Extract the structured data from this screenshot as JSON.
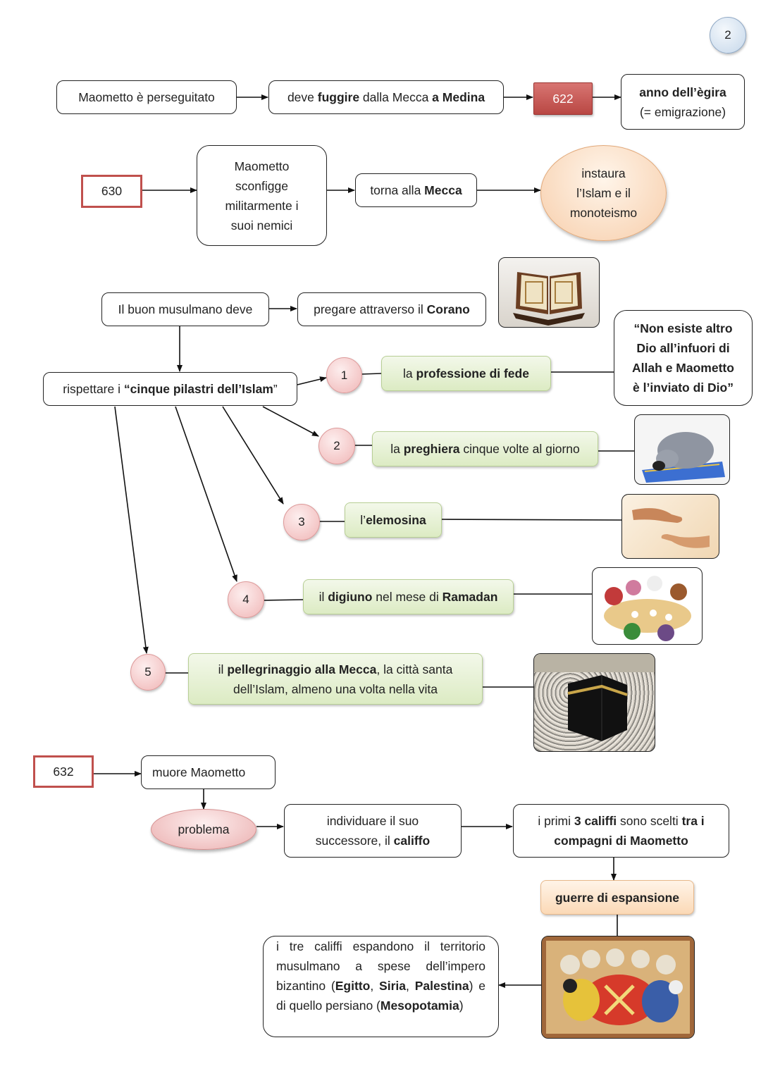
{
  "page_number": "2",
  "row1": {
    "persecuted": "Maometto è perseguitato",
    "flee_pre": "deve ",
    "flee_b1": "fuggire",
    "flee_mid": " dalla Mecca ",
    "flee_b2": "a Medina",
    "year": "622",
    "hegira_b": "anno dell’ègira",
    "hegira_rest": "(= emigrazione)"
  },
  "row2": {
    "year": "630",
    "defeats": [
      "Maometto",
      "sconfigge",
      "militarmente i",
      "suoi nemici"
    ],
    "returns_pre": "torna alla ",
    "returns_b": "Mecca",
    "establishes": [
      "instaura",
      "l’Islam e il",
      "monoteismo"
    ]
  },
  "row3": {
    "good_muslim": "Il buon musulmano deve",
    "pray_pre": "pregare attraverso il ",
    "pray_b": "Corano",
    "respect_pre": "rispettare i ",
    "respect_b": "“cinque pilastri dell’Islam",
    "respect_post": "”"
  },
  "pillars": [
    {
      "num": "1",
      "pre": "la ",
      "b": "professione di fede",
      "post": ""
    },
    {
      "num": "2",
      "pre": "la ",
      "b": "preghiera",
      "post": " cinque volte al giorno"
    },
    {
      "num": "3",
      "pre": "l’",
      "b": "elemosina",
      "post": ""
    },
    {
      "num": "4",
      "pre": "il ",
      "b": "digiuno",
      "post": " nel mese di ",
      "b2": "Ramadan"
    },
    {
      "num": "5",
      "pre": "il ",
      "b": "pellegrinaggio alla Mecca",
      "post": ", la città santa",
      "line2": "dell’Islam, almeno una volta nella vita"
    }
  ],
  "quote": [
    "“Non esiste altro",
    "Dio all’infuori di",
    "Allah e Maometto",
    "è l’inviato di Dio”"
  ],
  "row_end": {
    "year": "632",
    "dies": "muore Maometto",
    "problem": "problema",
    "successor_l1": "individuare il suo",
    "successor_l2_pre": "successore, il ",
    "successor_l2_b": "califfo",
    "caliphs_pre": "i primi ",
    "caliphs_b1": "3 califfi",
    "caliphs_mid": " sono scelti ",
    "caliphs_b2": "tra i",
    "caliphs_l2": "compagni di Maometto",
    "wars": "guerre di espansione",
    "expand": {
      "l1": "i tre califfi espandono il territorio",
      "l2": "musulmano a spese dell’impero",
      "l3_pre": "bizantino (",
      "l3_b1": "Egitto",
      "l3_s1": ", ",
      "l3_b2": "Siria",
      "l3_s2": ", ",
      "l3_b3": "Palestina",
      "l3_post": ") e",
      "l4_pre": "di quello persiano (",
      "l4_b": "Mesopotamia",
      "l4_post": ")"
    }
  },
  "colors": {
    "year_border": "#c0504d",
    "year_fill": "#c0504d",
    "pillar_fill": "#dcebc3",
    "peach": "#fbd9b6",
    "circle": "#f0b6b6"
  }
}
